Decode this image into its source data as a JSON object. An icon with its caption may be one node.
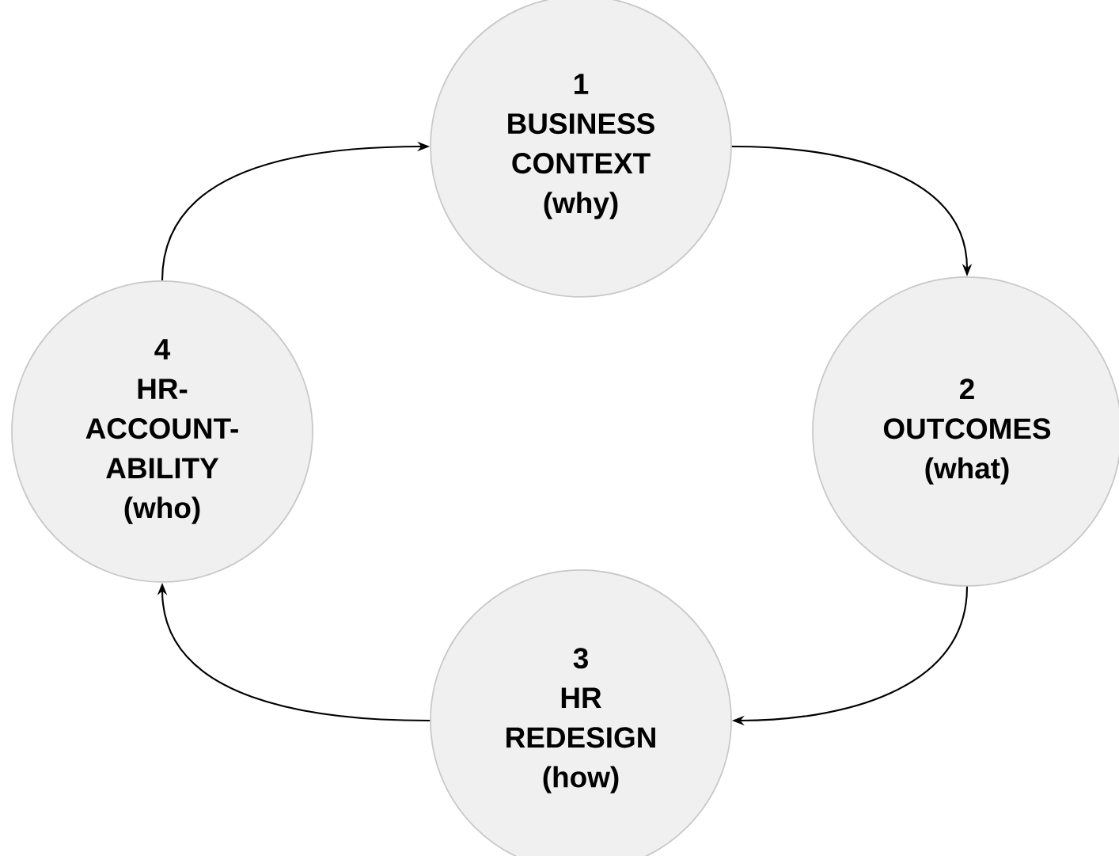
{
  "diagram": {
    "nodes": [
      {
        "text": [
          "1",
          "BUSINESS CONTEXT (why)"
        ]
      },
      {
        "text": [
          "2",
          "OUTCOMES (what)"
        ]
      },
      {
        "text": [
          "3",
          "HR REDESIGN (how)"
        ]
      },
      {
        "text": [
          "4",
          "HR-ACCOUNT-ABILITY (who)"
        ]
      }
    ],
    "edges": [
      {
        "from": 0,
        "to": 1,
        "arrow": "to"
      },
      {
        "from": 1,
        "to": 2,
        "arrow": "to"
      },
      {
        "from": 2,
        "to": 3,
        "arrow": "to"
      },
      {
        "from": 3,
        "to": 0,
        "arrow": "to"
      }
    ]
  }
}
